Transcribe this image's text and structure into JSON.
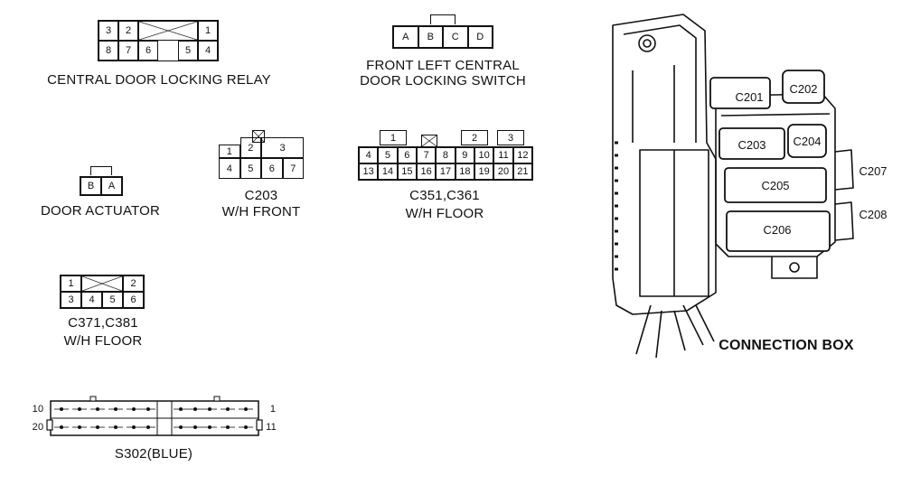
{
  "connectors": {
    "relay": {
      "label": "CENTRAL DOOR LOCKING RELAY",
      "top_row": [
        "3",
        "2",
        "",
        "1"
      ],
      "bottom_row": [
        "8",
        "7",
        "6",
        "5",
        "4"
      ]
    },
    "switch": {
      "label_line1": "FRONT LEFT CENTRAL",
      "label_line2": "DOOR LOCKING SWITCH",
      "pins": [
        "A",
        "B",
        "C",
        "D"
      ]
    },
    "actuator": {
      "label": "DOOR ACTUATOR",
      "pins": [
        "B",
        "A"
      ]
    },
    "c203": {
      "label_line1": "C203",
      "label_line2": "W/H FRONT",
      "top_row": [
        "1",
        "2",
        "3"
      ],
      "bottom_row": [
        "4",
        "5",
        "6",
        "7"
      ]
    },
    "c351": {
      "label_line1": "C351,C361",
      "label_line2": "W/H FLOOR",
      "top_row": [
        "1",
        "2",
        "3"
      ],
      "middle_row": [
        "4",
        "5",
        "6",
        "7",
        "8",
        "9",
        "10",
        "11",
        "12"
      ],
      "bottom_row": [
        "13",
        "14",
        "15",
        "16",
        "17",
        "18",
        "19",
        "20",
        "21"
      ]
    },
    "c371": {
      "label_line1": "C371,C381",
      "label_line2": "W/H FLOOR",
      "top_row": [
        "1",
        "2"
      ],
      "bottom_row": [
        "3",
        "4",
        "5",
        "6"
      ]
    },
    "s302": {
      "label": "S302(BLUE)",
      "pin_top_left": "10",
      "pin_bottom_left": "20",
      "pin_top_right": "1",
      "pin_bottom_right": "11"
    }
  },
  "connection_box": {
    "label": "CONNECTION BOX",
    "connectors": [
      "C201",
      "C202",
      "C203",
      "C204",
      "C205",
      "C206",
      "C207",
      "C208"
    ]
  }
}
